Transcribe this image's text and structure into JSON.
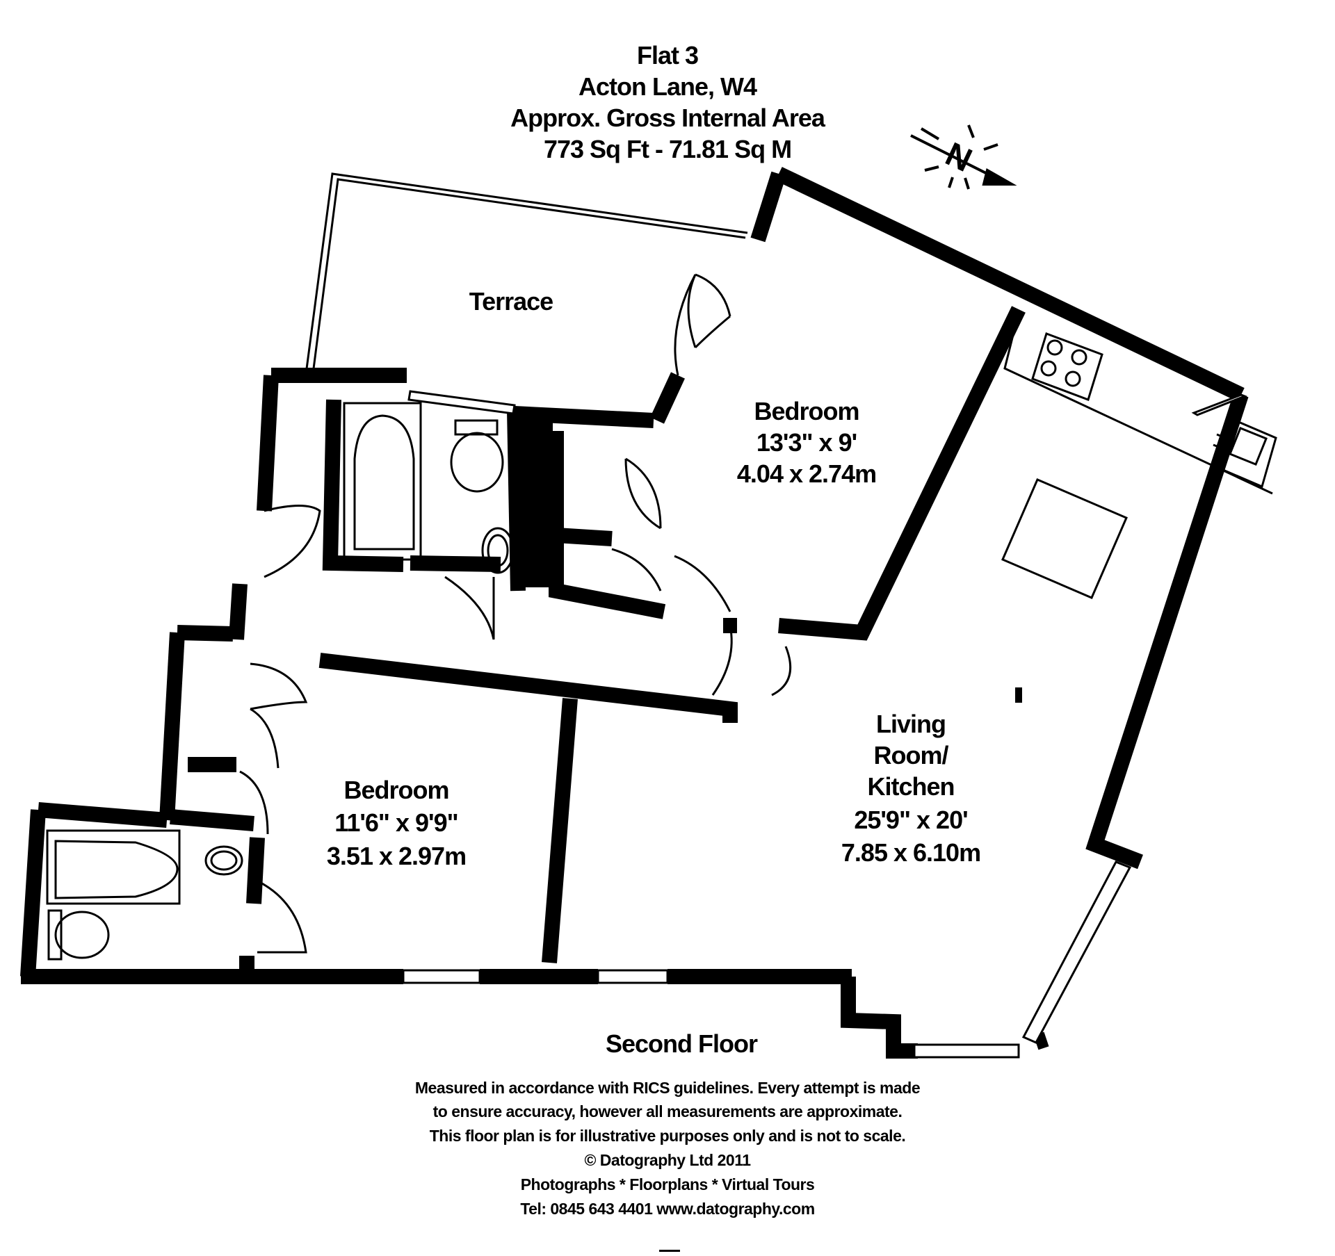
{
  "header": {
    "line1": "Flat 3",
    "line2": "Acton Lane, W4",
    "line3": "Approx. Gross Internal Area",
    "line4": "773 Sq Ft  -  71.81 Sq M"
  },
  "compass": {
    "letter": "N"
  },
  "rooms": {
    "terrace": {
      "name": "Terrace"
    },
    "bedroom1": {
      "name": "Bedroom",
      "imperial": "13'3\" x 9'",
      "metric": "4.04 x 2.74m"
    },
    "bedroom2": {
      "name": "Bedroom",
      "imperial": "11'6\" x 9'9\"",
      "metric": "3.51 x 2.97m"
    },
    "living": {
      "name_line1": "Living",
      "name_line2": "Room/",
      "name_line3": "Kitchen",
      "imperial": "25'9\" x 20'",
      "metric": "7.85 x 6.10m"
    }
  },
  "floor_label": "Second Floor",
  "footer": {
    "line1": "Measured in accordance with RICS guidelines. Every attempt is made",
    "line2": "to ensure accuracy, however all measurements are approximate.",
    "line3": "This floor plan is for illustrative purposes only and is not to scale.",
    "line4": "© Datography Ltd 2011",
    "line5": "Photographs * Floorplans * Virtual Tours",
    "line6": "Tel: 0845 643 4401 www.datography.com"
  }
}
